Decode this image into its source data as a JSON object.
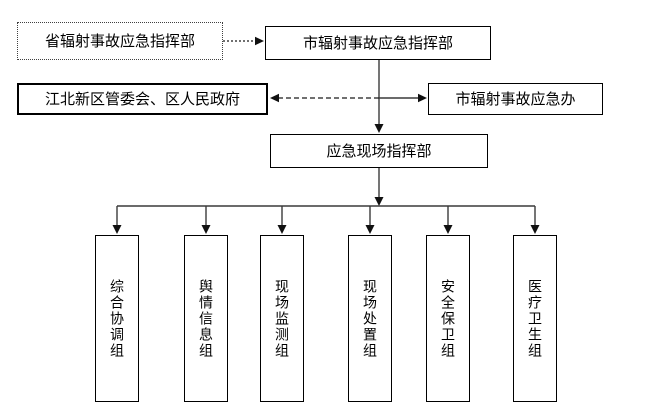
{
  "diagram": {
    "type": "org-flowchart",
    "colors": {
      "background": "#ffffff",
      "box_border": "#000000",
      "connector_line": "#3a3a3a",
      "arrowhead": "#111111",
      "text": "#000000"
    },
    "nodes": {
      "provincial": {
        "label": "省辐射事故应急指挥部",
        "border_style": "dotted"
      },
      "municipal": {
        "label": "市辐射事故应急指挥部",
        "border_style": "solid"
      },
      "district": {
        "label": "江北新区管委会、区人民政府",
        "border_style": "solid"
      },
      "office": {
        "label": "市辐射事故应急办",
        "border_style": "solid"
      },
      "site_command": {
        "label": "应急现场指挥部",
        "border_style": "solid"
      },
      "groups": [
        {
          "label": "综合协调组"
        },
        {
          "label": "舆情信息组"
        },
        {
          "label": "现场监测组"
        },
        {
          "label": "现场处置组"
        },
        {
          "label": "安全保卫组"
        },
        {
          "label": "医疗卫生组"
        }
      ]
    },
    "edges": [
      {
        "from": "provincial",
        "to": "municipal",
        "style": "dotted",
        "arrow": "to"
      },
      {
        "from": "municipal",
        "to": "site_command",
        "style": "solid",
        "arrow": "to"
      },
      {
        "from": "municipal_axis",
        "to": "district",
        "style": "dashed",
        "arrow": "to"
      },
      {
        "from": "municipal_axis",
        "to": "office",
        "style": "solid",
        "arrow": "to"
      },
      {
        "from": "site_command",
        "to": "groups",
        "style": "solid",
        "arrow": "to-each"
      }
    ]
  }
}
